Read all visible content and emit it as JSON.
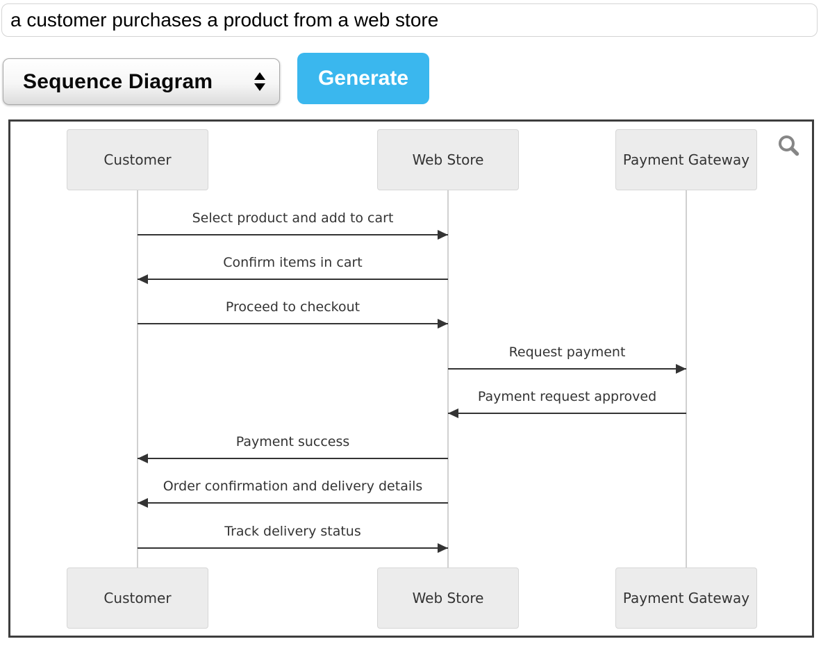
{
  "prompt": {
    "value": "a customer purchases a product from a web store"
  },
  "controls": {
    "diagram_type_selected": "Sequence Diagram",
    "generate_label": "Generate"
  },
  "icons": {
    "select_spinner": "up-down-arrows-icon",
    "panel_zoom": "magnifier-icon"
  },
  "colors": {
    "accent_blue": "#3ab7ee",
    "panel_border": "#3d3d3d",
    "actor_fill": "#ececec",
    "actor_border": "#d6d6d6",
    "lifeline": "#d0d0d0",
    "arrow": "#333333",
    "icon_gray": "#868686"
  },
  "diagram": {
    "type": "sequence",
    "actors": [
      "Customer",
      "Web Store",
      "Payment Gateway"
    ],
    "messages": [
      {
        "from": "Customer",
        "to": "Web Store",
        "label": "Select product and add to cart"
      },
      {
        "from": "Web Store",
        "to": "Customer",
        "label": "Confirm items in cart"
      },
      {
        "from": "Customer",
        "to": "Web Store",
        "label": "Proceed to checkout"
      },
      {
        "from": "Web Store",
        "to": "Payment Gateway",
        "label": "Request payment"
      },
      {
        "from": "Payment Gateway",
        "to": "Web Store",
        "label": "Payment request approved"
      },
      {
        "from": "Web Store",
        "to": "Customer",
        "label": "Payment success"
      },
      {
        "from": "Web Store",
        "to": "Customer",
        "label": "Order confirmation and delivery details"
      },
      {
        "from": "Customer",
        "to": "Web Store",
        "label": "Track delivery status"
      }
    ]
  }
}
